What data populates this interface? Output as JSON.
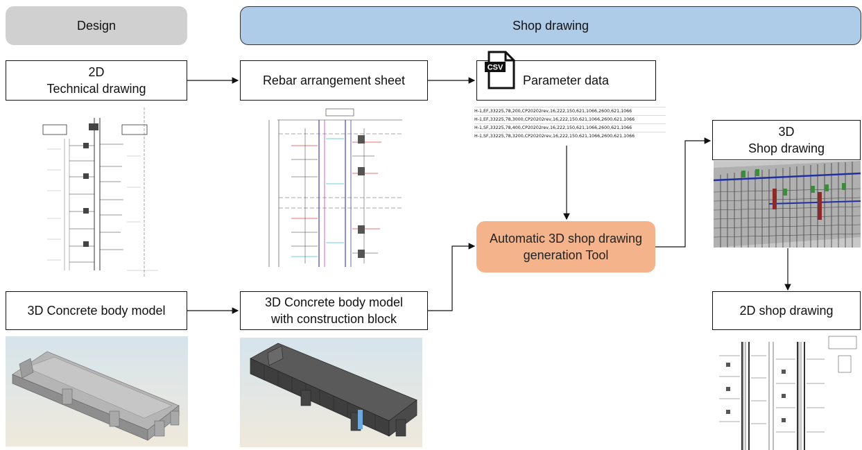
{
  "phases": {
    "design": "Design",
    "shop": "Shop drawing"
  },
  "boxes": {
    "tech_drawing": {
      "line1": "2D",
      "line2": "Technical drawing"
    },
    "rebar_sheet": "Rebar arrangement sheet",
    "parameter_data": "Parameter data",
    "concrete_model": "3D Concrete body model",
    "concrete_block": {
      "line1": "3D Concrete body model",
      "line2": "with construction block"
    },
    "tool": {
      "line1": "Automatic 3D shop drawing",
      "line2": "generation Tool"
    },
    "shop3d": {
      "line1": "3D",
      "line2": "Shop drawing"
    },
    "shop2d": "2D shop drawing"
  },
  "csv_icon": {
    "label": "CSV",
    "icon": "csv-file-icon"
  },
  "csv_rows": [
    "H-1,EF,33225,78,200,CP20202rev,16,222,150,621,1066,2600,621,1066",
    "H-1,EF,33225,78,3000,CP20202rev,16,222,150,621,1066,2600,621,1066",
    "H-1,SF,33225,78,400,CP20202rev,16,222,150,621,1066,2600,621,1066",
    "H-1,SF,33225,78,3200,CP20202rev,16,222,150,621,1066,2600,621,1066"
  ],
  "colors": {
    "design_phase": "#d0d0d0",
    "shop_phase": "#aecbe8",
    "tool_box": "#f4b38a"
  }
}
